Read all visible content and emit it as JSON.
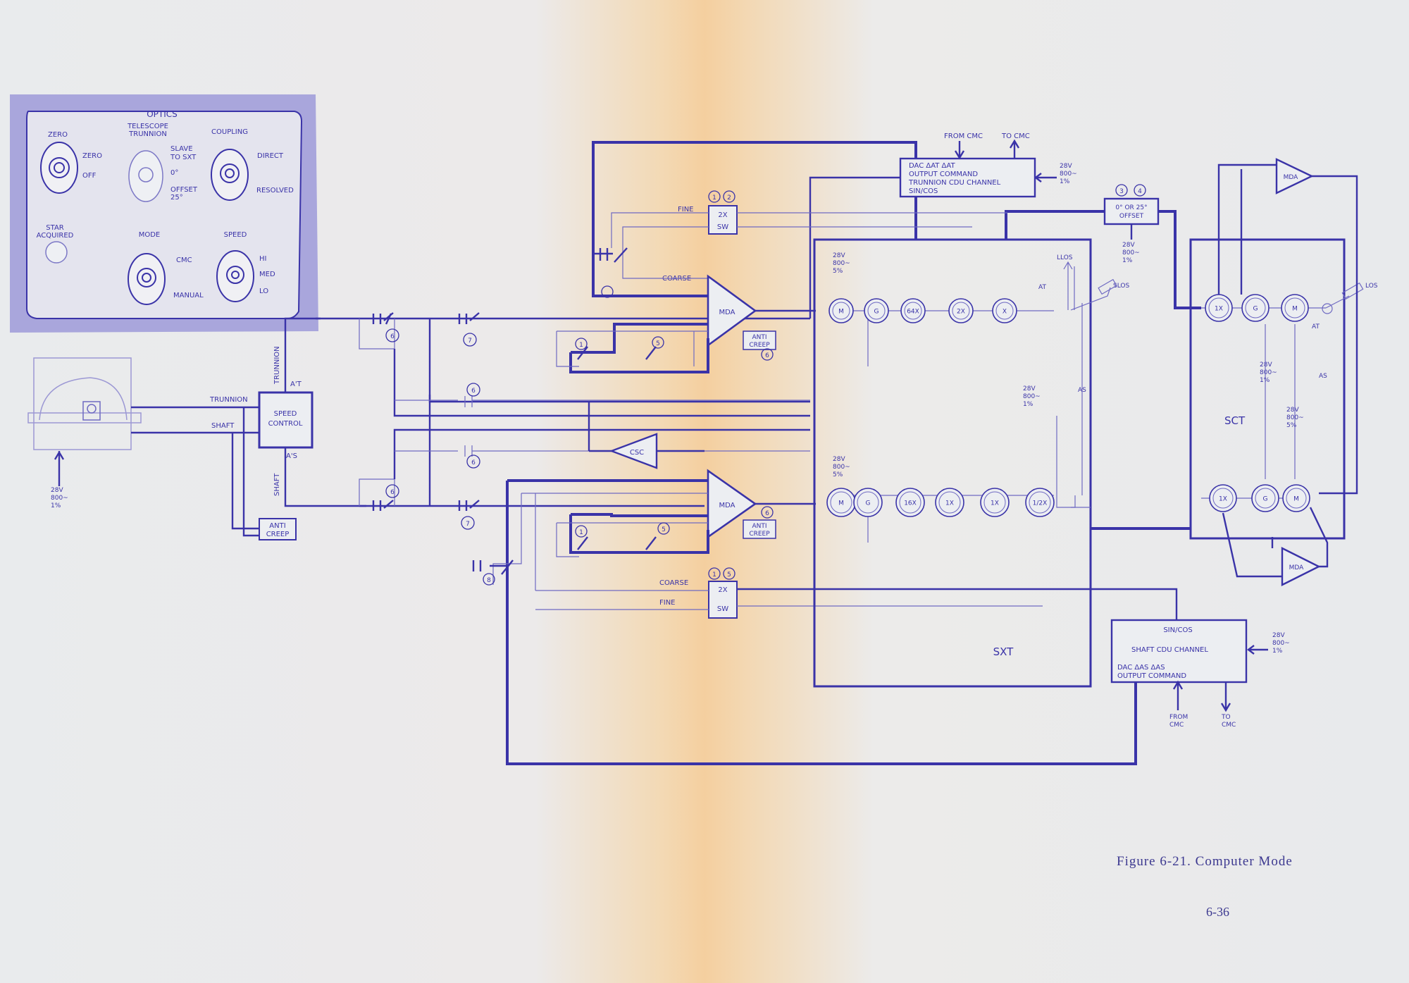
{
  "figure": {
    "caption": "Figure 6-21.  Computer Mode",
    "page_number": "6-36"
  },
  "optics_panel": {
    "title": "OPTICS",
    "zero_label": "ZERO",
    "zero_pos": "ZERO",
    "off_pos": "OFF",
    "telescope_label_1": "TELESCOPE",
    "telescope_label_2": "TRUNNION",
    "slave_1": "SLAVE",
    "slave_2": "TO SXT",
    "zero_deg": "0°",
    "offset_1": "OFFSET",
    "offset_2": "25°",
    "coupling_label": "COUPLING",
    "direct": "DIRECT",
    "resolved": "RESOLVED",
    "star_1": "STAR",
    "star_2": "ACQUIRED",
    "mode_label": "MODE",
    "cmc": "CMC",
    "manual": "MANUAL",
    "speed_label": "SPEED",
    "hi": "HI",
    "med": "MED",
    "lo": "LO"
  },
  "left": {
    "supply_1": "28V",
    "supply_2": "800~",
    "supply_3": "1%",
    "trunnion": "TRUNNION",
    "shaft": "SHAFT",
    "speed_control_1": "SPEED",
    "speed_control_2": "CONTROL",
    "trunnion_vert": "TRUNNION",
    "shaft_vert": "SHAFT",
    "at": "A'T",
    "as": "A'S",
    "anti": "ANTI",
    "creep": "CREEP"
  },
  "trunnion_cdu": {
    "from_cmc": "FROM CMC",
    "to_cmc": "TO CMC",
    "line1": "DAC       ΔAT          ΔAT",
    "line2": "OUTPUT   COMMAND",
    "line3": "TRUNNION CDU CHANNEL",
    "line4": "SIN/COS",
    "supply_1": "28V",
    "supply_2": "800~",
    "supply_3": "1%"
  },
  "offset_box": {
    "label": "0° OR 25°",
    "label2": "OFFSET",
    "n1": "3",
    "n2": "4",
    "supply_1": "28V",
    "supply_2": "800~",
    "supply_3": "1%"
  },
  "switch_top": {
    "fine": "FINE",
    "coarse": "COARSE",
    "s1": "2X",
    "s2": "SW",
    "n1": "1",
    "n2": "2"
  },
  "switch_bottom": {
    "coarse": "COARSE",
    "fine": "FINE",
    "s1": "2X",
    "s2": "SW",
    "n1": "1",
    "n2": "5"
  },
  "mda": {
    "label": "MDA",
    "anti": "ANTI",
    "creep": "CREEP",
    "n6": "6"
  },
  "csc": "CSC",
  "relay_numbers": {
    "one": "1",
    "five": "5",
    "six": "6",
    "seven": "7",
    "eight": "8"
  },
  "sxt": {
    "label": "SXT",
    "top_supply_1": "28V",
    "top_supply_2": "800~",
    "top_supply_3": "5%",
    "mid_supply_1": "28V",
    "mid_supply_2": "800~",
    "mid_supply_3": "1%",
    "bot_supply_1": "28V",
    "bot_supply_2": "800~",
    "bot_supply_3": "5%",
    "llos": "LLOS",
    "slos": "SLOS",
    "at": "AT",
    "as": "AS",
    "top_circles": [
      "M",
      "G",
      "64X",
      "2X",
      "X"
    ],
    "bottom_circles": [
      "M",
      "G",
      "16X",
      "1X",
      "1X",
      "1/2X"
    ]
  },
  "sct": {
    "label": "SCT",
    "los": "LOS",
    "at": "AT",
    "as": "AS",
    "mid_supply_1": "28V",
    "mid_supply_2": "800~",
    "mid_supply_3": "1%",
    "right_supply_1": "28V",
    "right_supply_2": "800~",
    "right_supply_3": "5%",
    "top_circles": [
      "1X",
      "G",
      "M"
    ],
    "bottom_circles": [
      "1X",
      "G",
      "M"
    ]
  },
  "shaft_cdu": {
    "line1": "SIN/COS",
    "line2": "SHAFT CDU CHANNEL",
    "line3": "DAC        ΔAS       ΔAS",
    "line4": "OUTPUT   COMMAND",
    "from_cmc_1": "FROM",
    "from_cmc_2": "CMC",
    "to_cmc_1": "TO",
    "to_cmc_2": "CMC",
    "supply_1": "28V",
    "supply_2": "800~",
    "supply_3": "1%"
  }
}
